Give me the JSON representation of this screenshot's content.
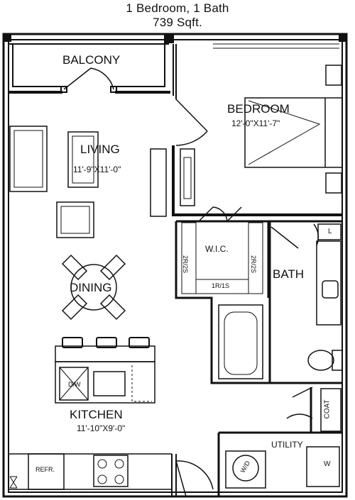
{
  "header": {
    "unit_type": "1 Bedroom, 1 Bath",
    "area": "739 Sqft."
  },
  "rooms": {
    "balcony": {
      "name": "BALCONY"
    },
    "bedroom": {
      "name": "BEDROOM",
      "dimensions": "12'-0\"X11'-7\""
    },
    "living": {
      "name": "LIVING",
      "dimensions": "11'-9\"X11'-0\""
    },
    "wic": {
      "name": "W.I.C.",
      "shelf_left": "2R/2S",
      "shelf_right": "2R/2S",
      "shelf_bottom": "1R/1S"
    },
    "bath": {
      "name": "BATH",
      "linen": "L"
    },
    "dining": {
      "name": "DINING"
    },
    "kitchen": {
      "name": "KITCHEN",
      "dimensions": "11'-10\"X9'-0\"",
      "dishwasher": "D/W",
      "refrigerator": "REFR."
    },
    "coat": {
      "name": "COAT"
    },
    "utility": {
      "name": "UTILITY",
      "washer": "W",
      "dryer": "W/D"
    }
  }
}
